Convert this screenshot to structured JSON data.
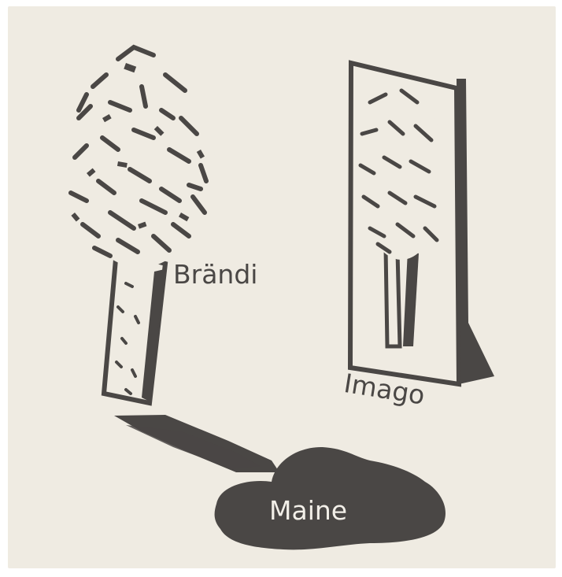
{
  "labels": {
    "tree": "Brändi",
    "image": "Imago",
    "shadow": "Maine"
  },
  "icons": {
    "tree": "tree-sketch",
    "framed_image": "framed-tree-picture",
    "shadow": "shadow-blob"
  },
  "colors": {
    "paper": "#efebe2",
    "ink": "#4a4745",
    "shadow_label": "#f2efe8"
  }
}
